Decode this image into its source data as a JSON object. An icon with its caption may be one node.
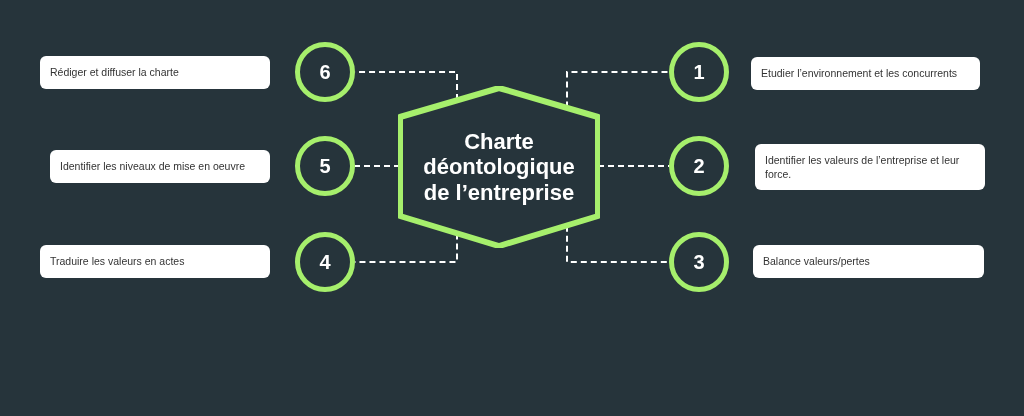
{
  "diagram": {
    "nodes": [
      {
        "text": [
          "Charte déontologique de l’entreprise"
        ]
      },
      {
        "text": [
          "6"
        ]
      },
      {
        "text": [
          "Rédiger et diffuser la charte"
        ]
      },
      {
        "text": [
          "1"
        ]
      },
      {
        "text": [
          "Etudier l’environnement et les concurrents"
        ]
      },
      {
        "text": [
          "5"
        ]
      },
      {
        "text": [
          "Identifier les niveaux de mise en oeuvre"
        ]
      },
      {
        "text": [
          "2"
        ]
      },
      {
        "text": [
          "Identifier les valeurs de l’entreprise et leur force."
        ]
      },
      {
        "text": [
          "4"
        ]
      },
      {
        "text": [
          "Traduire les valeurs en actes"
        ]
      },
      {
        "text": [
          "3"
        ]
      },
      {
        "text": [
          "Balance valeurs/pertes"
        ]
      }
    ],
    "edges": [
      {
        "from": 0,
        "to": 1,
        "arrow": "none",
        "style": "dashed"
      },
      {
        "from": 0,
        "to": 3,
        "arrow": "none",
        "style": "dashed"
      },
      {
        "from": 0,
        "to": 5,
        "arrow": "none",
        "style": "dashed"
      },
      {
        "from": 0,
        "to": 7,
        "arrow": "none",
        "style": "dashed"
      },
      {
        "from": 0,
        "to": 9,
        "arrow": "none",
        "style": "dashed"
      },
      {
        "from": 0,
        "to": 11,
        "arrow": "none",
        "style": "dashed"
      }
    ]
  }
}
